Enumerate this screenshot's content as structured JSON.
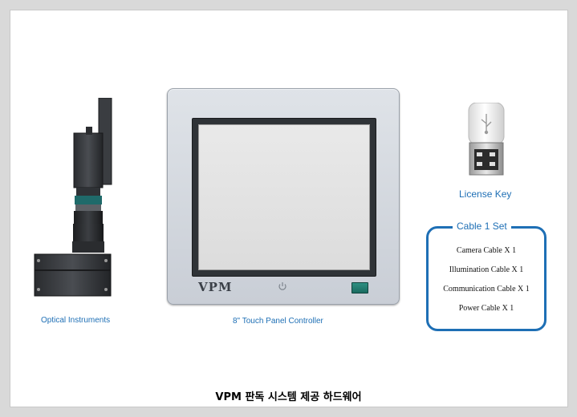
{
  "labels": {
    "optical": "Optical Instruments",
    "panel": "8\" Touch Panel Controller",
    "license": "License Key"
  },
  "panel": {
    "logo": "VPM"
  },
  "cable_set": {
    "title": "Cable 1 Set",
    "items": [
      "Camera Cable X 1",
      "Illumination Cable X 1",
      "Communication Cable X 1",
      "Power Cable X 1"
    ]
  },
  "caption": "VPM 판독 시스템 제공 하드웨어",
  "colors": {
    "accent": "#1e6fb5",
    "panel_button": "#2e8f82"
  },
  "icons": [
    "camera-lens-image",
    "usb-key-icon",
    "power-icon"
  ]
}
